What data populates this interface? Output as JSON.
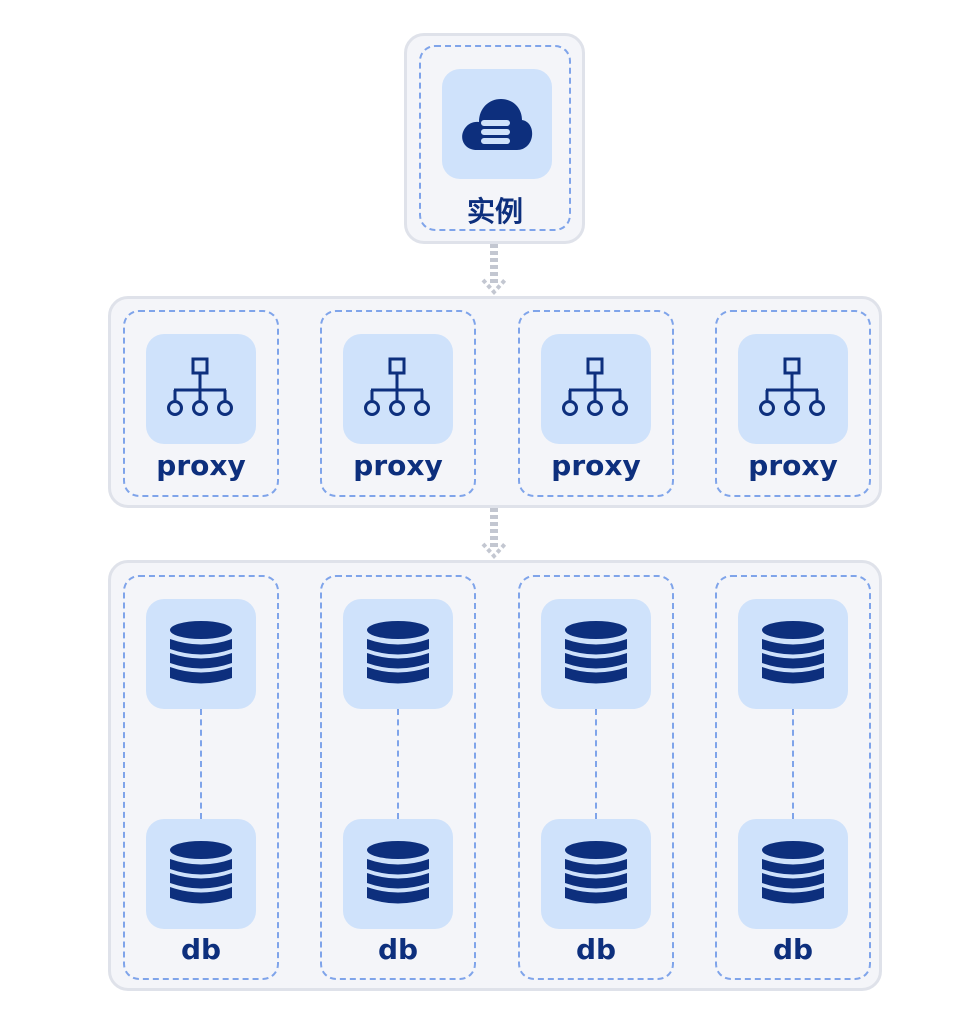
{
  "instance": {
    "label": "实例",
    "icon": "cloud-database-icon"
  },
  "proxies": [
    {
      "label": "proxy",
      "icon": "network-topology-icon"
    },
    {
      "label": "proxy",
      "icon": "network-topology-icon"
    },
    {
      "label": "proxy",
      "icon": "network-topology-icon"
    },
    {
      "label": "proxy",
      "icon": "network-topology-icon"
    }
  ],
  "dbs": [
    {
      "label": "db",
      "icon": "database-icon"
    },
    {
      "label": "db",
      "icon": "database-icon"
    },
    {
      "label": "db",
      "icon": "database-icon"
    },
    {
      "label": "db",
      "icon": "database-icon"
    }
  ],
  "colors": {
    "icon": "#0d2f7d",
    "tile": "#cfe2fb",
    "dash": "#7fa4ea",
    "group_bg": "#f4f5f9",
    "group_border": "#dfe2ea"
  }
}
